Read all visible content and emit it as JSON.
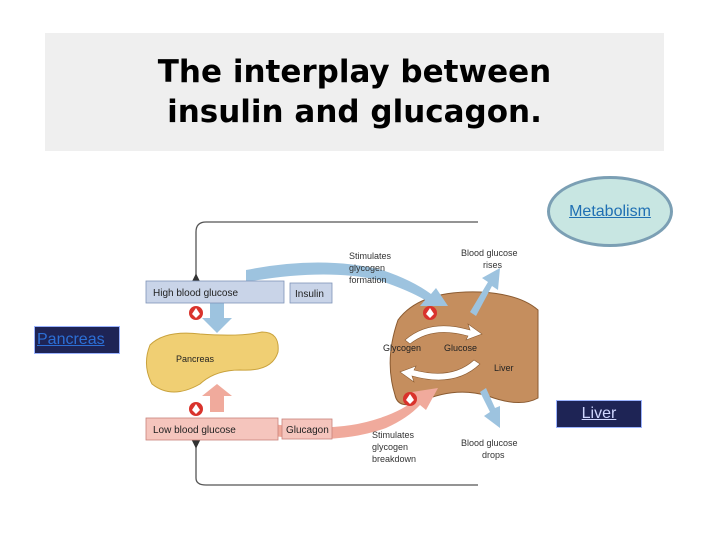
{
  "title_line1": "The interplay between",
  "title_line2": "insulin and glucagon.",
  "buttons": {
    "metabolism": "Metabolism",
    "pancreas": "Pancreas",
    "liver": "Liver"
  },
  "diagram": {
    "high_glucose": "High blood glucose",
    "insulin": "Insulin",
    "low_glucose": "Low blood glucose",
    "glucagon": "Glucagon",
    "pancreas": "Pancreas",
    "stim_formation_1": "Stimulates",
    "stim_formation_2": "glycogen",
    "stim_formation_3": "formation",
    "rises_1": "Blood glucose",
    "rises_2": "rises",
    "glycogen": "Glycogen",
    "glucose": "Glucose",
    "liver": "Liver",
    "stim_breakdown_1": "Stimulates",
    "stim_breakdown_2": "glycogen",
    "stim_breakdown_3": "breakdown",
    "drops_1": "Blood glucose",
    "drops_2": "drops"
  },
  "colors": {
    "title_bg": "#efefef",
    "box_pink": "#f5c5bd",
    "box_blue": "#c9d4e8",
    "arrow_blue": "#9dc3df",
    "arrow_pink": "#f0aa9c",
    "liver": "#c58e5e",
    "pancreas": "#f0cf73",
    "marker_red": "#d9332c"
  }
}
